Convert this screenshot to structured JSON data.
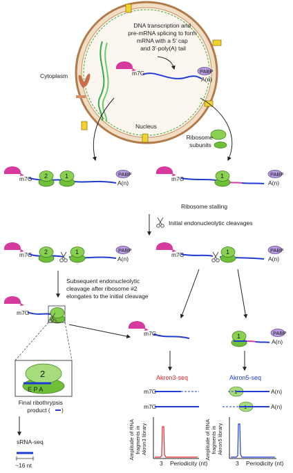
{
  "cell": {
    "transcription_lines": [
      "DNA transcription and",
      "pre-mRNA splicing to form",
      "mRNA with a 5′ cap",
      "and 3′-poly(A) tail"
    ],
    "cytoplasm": "Cytoplasm",
    "nucleus": "Nucleus",
    "ribosome_subunits_lines": [
      "Ribosome",
      "subunits"
    ],
    "m7g": "m7G",
    "pabp": "PABP",
    "polya": "A(n)"
  },
  "ribosome_numbers": {
    "one": "1",
    "two": "2"
  },
  "steps": {
    "stalling": "Ribosome stalling",
    "initial_cleavage": "Initial endonucleolytic cleavages",
    "subsequent_lines": [
      "Subsequent endonucleolytic",
      "cleavage after ribosome #2",
      "elongates to the initial cleavage"
    ]
  },
  "final_product": {
    "sites": "E P A",
    "number": "2",
    "label_lines": [
      "Final ribothrypsis",
      "product ("
    ]
  },
  "srna": {
    "label": "sRNA-seq",
    "size": "~16 nt"
  },
  "akron3": {
    "title": "Akron3-seq",
    "ylabel_lines": [
      "Amplitude of RNA",
      "fragments in",
      "Akron3 library"
    ],
    "xlabel": "Periodicity (nt)",
    "tick": "3"
  },
  "akron5": {
    "title": "Akron5-seq",
    "ylabel_lines": [
      "Amplitude of RNA",
      "fragments in",
      "Akron5 library"
    ],
    "xlabel": "Periodicity (nt)",
    "tick": "3"
  },
  "colors": {
    "cap": "#d63a9e",
    "ribosome": "#7ac943",
    "mrna": "#1f3bd1",
    "akron3": "#e0242a",
    "akron5": "#1f3bd1",
    "pabp": "#a98bd6"
  }
}
